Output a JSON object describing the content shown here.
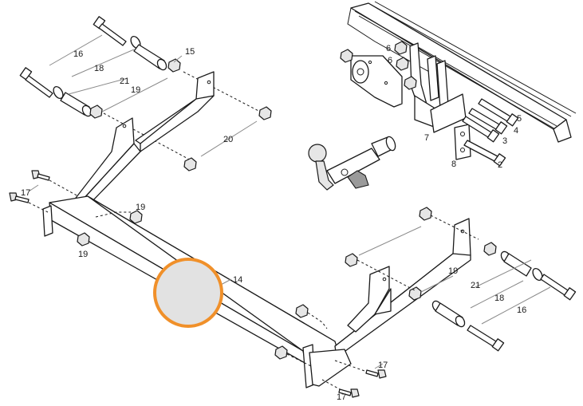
{
  "labels": {
    "n16a": "16",
    "n18a": "18",
    "n15": "15",
    "n21a": "21",
    "n19a": "19",
    "n20": "20",
    "n17a": "17",
    "n19b": "19",
    "n19c": "19",
    "n14": "14",
    "n19d": "19",
    "n21b": "21",
    "n18b": "18",
    "n16b": "16",
    "n17b": "17",
    "n17c": "17",
    "n6a": "6",
    "n6b": "6",
    "n7": "7",
    "n8": "8",
    "n5": "5",
    "n4": "4",
    "n3": "3",
    "n2": "2"
  },
  "colors": {
    "highlight_stroke": "#f0902a",
    "highlight_fill": "#e2e2e2"
  }
}
